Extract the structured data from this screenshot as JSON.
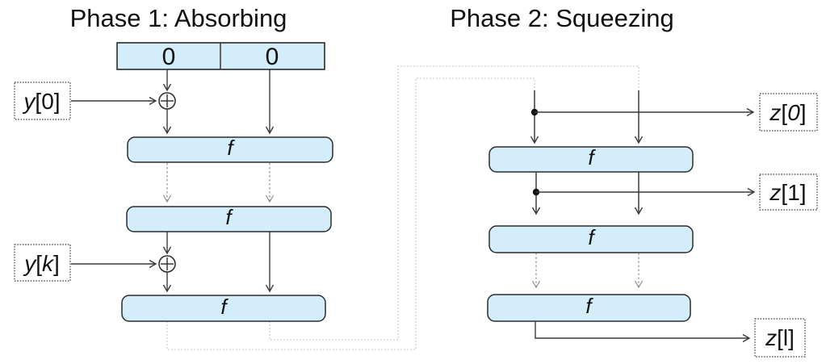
{
  "titles": {
    "phase1": "Phase 1: Absorbing",
    "phase2": "Phase 2: Squeezing"
  },
  "register": {
    "cells": [
      "0",
      "0"
    ]
  },
  "function_label": "f",
  "xor_symbol": "⊕",
  "inputs": {
    "y0": {
      "text": "y[0]",
      "parts": [
        {
          "text": "y",
          "italic": true
        },
        {
          "text": "[0]",
          "italic": false
        }
      ]
    },
    "yk": {
      "text": "y[k]",
      "parts": [
        {
          "text": "y",
          "italic": true
        },
        {
          "text": "[",
          "italic": false
        },
        {
          "text": "k",
          "italic": true
        },
        {
          "text": "]",
          "italic": false
        }
      ]
    }
  },
  "outputs": {
    "z0": {
      "text": "z[0]",
      "parts": [
        {
          "text": "z",
          "italic": true
        },
        {
          "text": "[",
          "italic": false
        },
        {
          "text": "0",
          "italic": true
        },
        {
          "text": "]",
          "italic": false
        }
      ]
    },
    "z1": {
      "text": "z[1]",
      "parts": [
        {
          "text": "z",
          "italic": true
        },
        {
          "text": "[1]",
          "italic": false
        }
      ]
    },
    "zl": {
      "text": "z[l]",
      "parts": [
        {
          "text": "z",
          "italic": true
        },
        {
          "text": "[l]",
          "italic": false
        }
      ]
    }
  },
  "colors": {
    "box_fill": "#d3edfb",
    "box_stroke": "#2b2b2b",
    "arrow": "#3a3a3a",
    "dashed_arrow": "#8f8f8f",
    "feedback_line": "#c6c6c6",
    "text": "#111111",
    "background": "#ffffff"
  }
}
